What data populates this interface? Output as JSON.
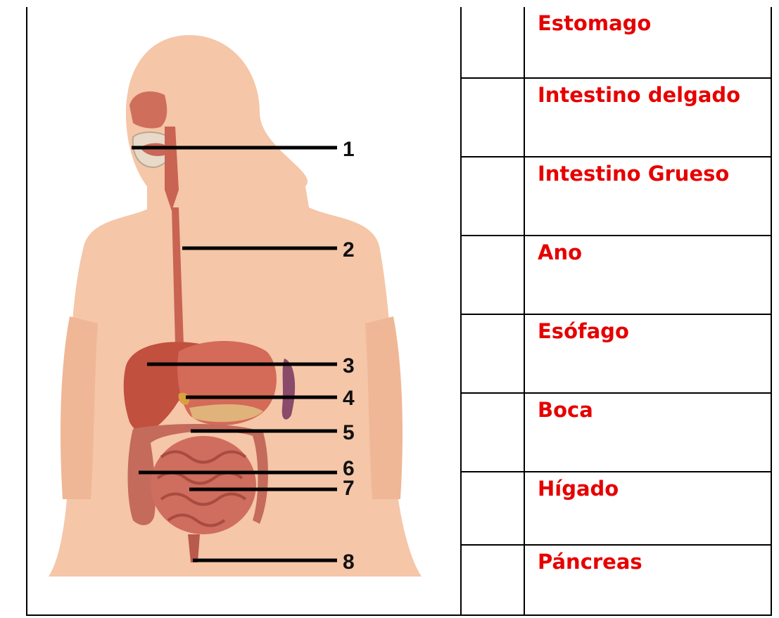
{
  "header": {
    "title": ""
  },
  "diagram": {
    "markers": [
      "1",
      "2",
      "3",
      "4",
      "5",
      "6",
      "7",
      "8"
    ]
  },
  "table": {
    "rows": [
      {
        "number": "",
        "label": "Estomago"
      },
      {
        "number": "",
        "label": "Intestino delgado"
      },
      {
        "number": "",
        "label": "Intestino Grueso"
      },
      {
        "number": "",
        "label": "Ano"
      },
      {
        "number": "",
        "label": "Esófago"
      },
      {
        "number": "",
        "label": "Boca"
      },
      {
        "number": "",
        "label": "Hígado"
      },
      {
        "number": "",
        "label": "Páncreas"
      }
    ]
  },
  "colors": {
    "label_red": "#e60000",
    "skin": "#f5c6a8",
    "organ": "#c95a4a"
  }
}
